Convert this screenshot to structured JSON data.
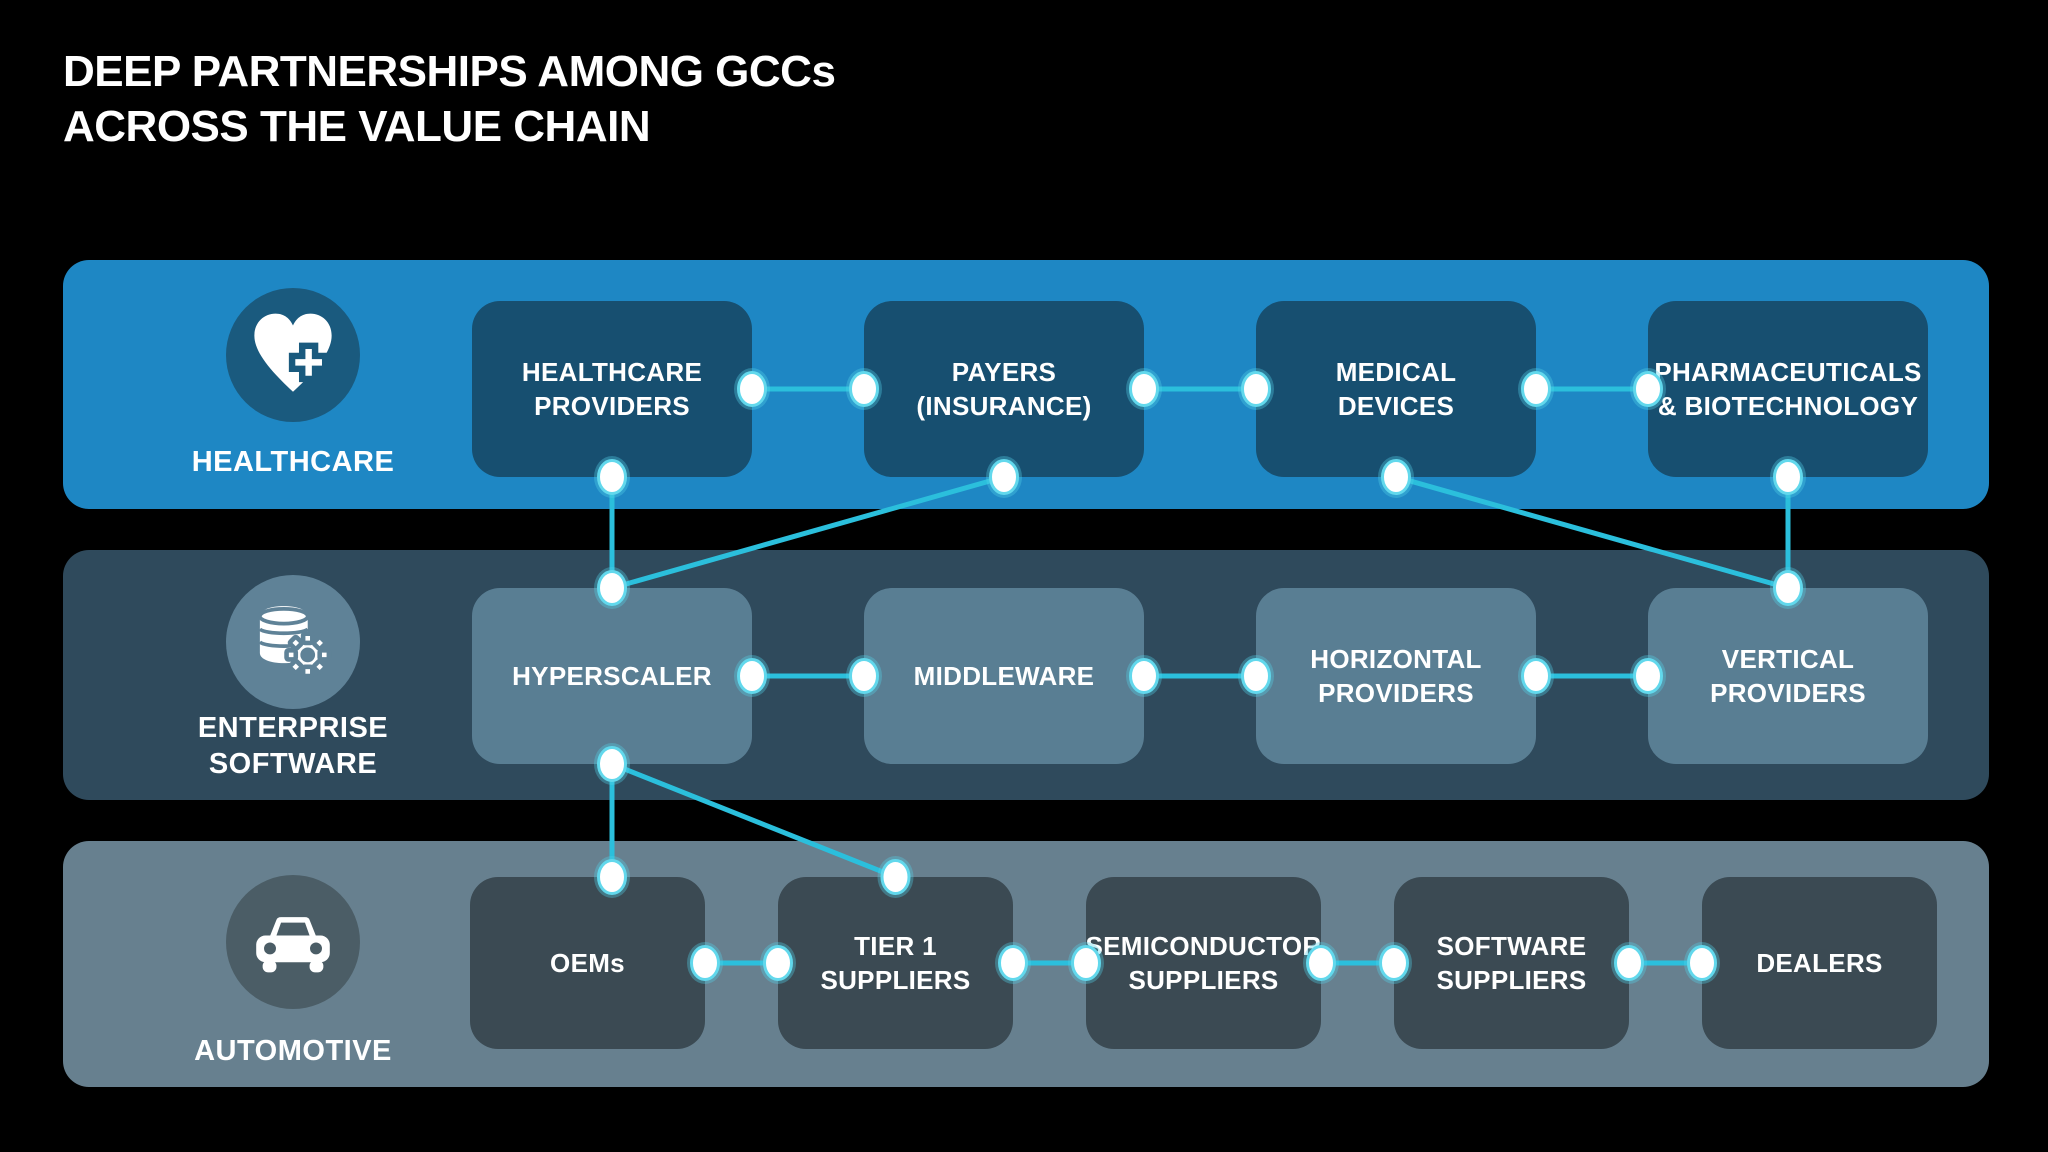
{
  "title": {
    "line1": "DEEP PARTNERSHIPS AMONG GCCs",
    "line2": "ACROSS THE VALUE CHAIN"
  },
  "colors": {
    "background": "#000000",
    "title_text": "#FFFFFF",
    "box_text": "#FFFFFF",
    "connector_line": "#2BBFDC",
    "node_fill": "#FFFFFF",
    "node_ring": "#62D8EC",
    "node_glow": "#54D1E9"
  },
  "bands": [
    {
      "id": "healthcare",
      "label": "HEALTHCARE",
      "icon": "heart-plus-icon",
      "band_color": "#1E87C4",
      "box_color": "#174F70",
      "icon_circle_color": "#1A5A7E",
      "boxes": [
        {
          "id": "healthcare-providers",
          "label": "HEALTHCARE\nPROVIDERS"
        },
        {
          "id": "payers-insurance",
          "label": "PAYERS\n(INSURANCE)"
        },
        {
          "id": "medical-devices",
          "label": "MEDICAL\nDEVICES"
        },
        {
          "id": "pharma-biotech",
          "label": "PHARMACEUTICALS\n& BIOTECHNOLOGY"
        }
      ]
    },
    {
      "id": "enterprise-software",
      "label": "ENTERPRISE\nSOFTWARE",
      "icon": "database-gear-icon",
      "band_color": "#2F4A5C",
      "box_color": "#597E93",
      "icon_circle_color": "#5F8297",
      "boxes": [
        {
          "id": "hyperscaler",
          "label": "HYPERSCALER"
        },
        {
          "id": "middleware",
          "label": "MIDDLEWARE"
        },
        {
          "id": "horizontal-providers",
          "label": "HORIZONTAL\nPROVIDERS"
        },
        {
          "id": "vertical-providers",
          "label": "VERTICAL\nPROVIDERS"
        }
      ]
    },
    {
      "id": "automotive",
      "label": "AUTOMOTIVE",
      "icon": "car-icon",
      "band_color": "#67808F",
      "box_color": "#3B4A53",
      "icon_circle_color": "#4B5D66",
      "boxes": [
        {
          "id": "oems",
          "label": "OEMs"
        },
        {
          "id": "tier1-suppliers",
          "label": "TIER 1\nSUPPLIERS"
        },
        {
          "id": "semiconductor-suppliers",
          "label": "SEMICONDUCTOR\nSUPPLIERS"
        },
        {
          "id": "software-suppliers",
          "label": "SOFTWARE\nSUPPLIERS"
        },
        {
          "id": "dealers",
          "label": "DEALERS"
        }
      ]
    }
  ],
  "connections": [
    {
      "from": "healthcare-providers",
      "from_side": "right",
      "to": "payers-insurance",
      "to_side": "left"
    },
    {
      "from": "payers-insurance",
      "from_side": "right",
      "to": "medical-devices",
      "to_side": "left"
    },
    {
      "from": "medical-devices",
      "from_side": "right",
      "to": "pharma-biotech",
      "to_side": "left"
    },
    {
      "from": "hyperscaler",
      "from_side": "right",
      "to": "middleware",
      "to_side": "left"
    },
    {
      "from": "middleware",
      "from_side": "right",
      "to": "horizontal-providers",
      "to_side": "left"
    },
    {
      "from": "horizontal-providers",
      "from_side": "right",
      "to": "vertical-providers",
      "to_side": "left"
    },
    {
      "from": "oems",
      "from_side": "right",
      "to": "tier1-suppliers",
      "to_side": "left"
    },
    {
      "from": "tier1-suppliers",
      "from_side": "right",
      "to": "semiconductor-suppliers",
      "to_side": "left"
    },
    {
      "from": "semiconductor-suppliers",
      "from_side": "right",
      "to": "software-suppliers",
      "to_side": "left"
    },
    {
      "from": "software-suppliers",
      "from_side": "right",
      "to": "dealers",
      "to_side": "left"
    },
    {
      "from": "healthcare-providers",
      "from_side": "bottom",
      "to": "hyperscaler",
      "to_side": "top"
    },
    {
      "from": "payers-insurance",
      "from_side": "bottom",
      "to": "hyperscaler",
      "to_side": "top"
    },
    {
      "from": "medical-devices",
      "from_side": "bottom",
      "to": "vertical-providers",
      "to_side": "top"
    },
    {
      "from": "pharma-biotech",
      "from_side": "bottom",
      "to": "vertical-providers",
      "to_side": "top"
    },
    {
      "from": "hyperscaler",
      "from_side": "bottom",
      "to": "oems",
      "to_side": "top",
      "align": "from-x"
    },
    {
      "from": "hyperscaler",
      "from_side": "bottom",
      "to": "tier1-suppliers",
      "to_side": "top"
    }
  ]
}
